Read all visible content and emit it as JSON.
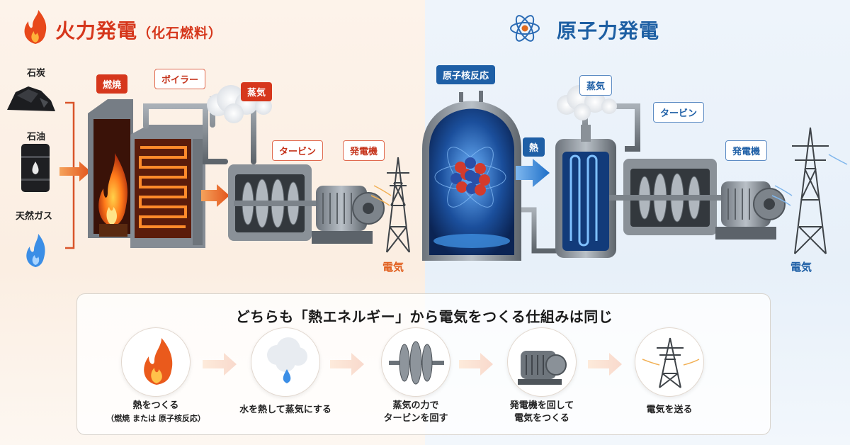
{
  "fire": {
    "title": "火力発電",
    "subtitle": "（化石燃料）",
    "fuels": [
      "石炭",
      "石油",
      "天然ガス"
    ],
    "tags": {
      "combustion": "燃焼",
      "boiler": "ボイラー",
      "steam": "蒸気",
      "turbine": "タービン",
      "generator": "発電機"
    },
    "electricity": "電気"
  },
  "nuclear": {
    "title": "原子力発電",
    "tags": {
      "reactor": "原子核反応",
      "heat": "熱",
      "steam": "蒸気",
      "turbine": "タービン",
      "generator": "発電機"
    },
    "electricity": "電気"
  },
  "summary": {
    "title": "どちらも「熱エネルギー」から電気をつくる仕組みは同じ",
    "steps": [
      {
        "line1": "熱をつくる",
        "line2": "（燃焼 または 原子核反応）",
        "icon": "flame-icon"
      },
      {
        "line1": "水を熱して蒸気にする",
        "line2": "",
        "icon": "steam-drop-icon"
      },
      {
        "line1": "蒸気の力で",
        "line2": "タービンを回す",
        "icon": "turbine-icon"
      },
      {
        "line1": "発電機を回して",
        "line2": "電気をつくる",
        "icon": "generator-icon"
      },
      {
        "line1": "電気を送る",
        "line2": "",
        "icon": "power-tower-icon"
      }
    ]
  },
  "colors": {
    "fire": "#d6371c",
    "nuclear": "#1e5fa6",
    "arrow": "#ec7a2a"
  }
}
